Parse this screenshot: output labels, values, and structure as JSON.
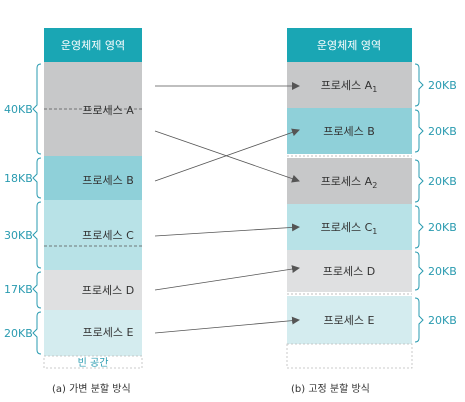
{
  "left": {
    "header": "운영체제 영역",
    "p_a": "프로세스 A",
    "p_b": "프로세스 B",
    "p_c": "프로세스 C",
    "p_d": "프로세스 D",
    "p_e": "프로세스 E",
    "free": "빈 공간",
    "s_a": "40KB",
    "s_b": "18KB",
    "s_c": "30KB",
    "s_d": "17KB",
    "s_e": "20KB",
    "caption": "(a) 가변 분할 방식"
  },
  "right": {
    "header": "운영체제 영역",
    "a1_base": "프로세스 A",
    "a1_sub": "1",
    "b": "프로세스 B",
    "a2_base": "프로세스 A",
    "a2_sub": "2",
    "c1_base": "프로세스 C",
    "c1_sub": "1",
    "d": "프로세스 D",
    "e": "프로세스 E",
    "size": "20KB",
    "caption": "(b) 고정 분할 방식"
  },
  "colors": {
    "os": "#1aa6b4",
    "gray": "#c7c8c9",
    "teal": "#8fd0d9",
    "light_teal": "#b8e2e7",
    "light_gray": "#dfe0e1",
    "pale_teal": "#d4ecef",
    "brace": "#2a9bb0"
  }
}
